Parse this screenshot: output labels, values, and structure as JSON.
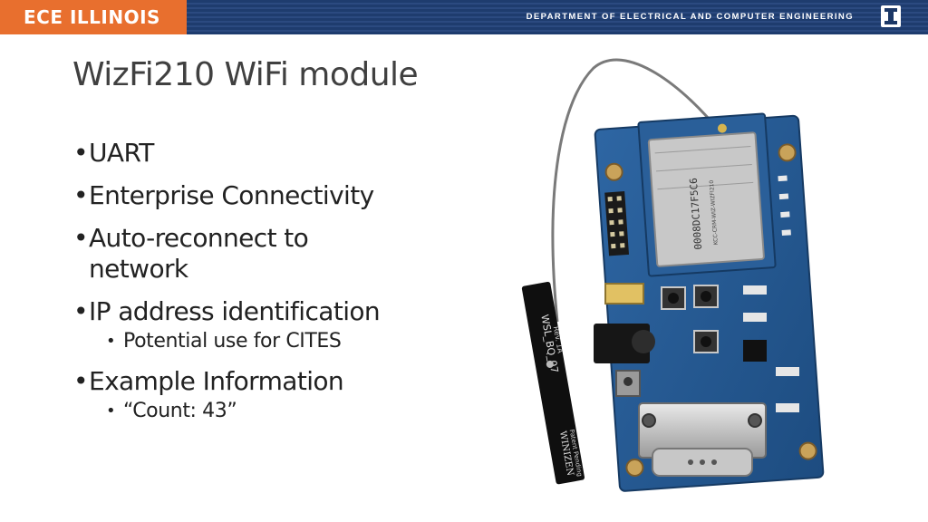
{
  "header": {
    "brand": "ECE ILLINOIS",
    "department": "DEPARTMENT OF ELECTRICAL AND COMPUTER ENGINEERING",
    "logo_letter": "I",
    "bar_color": "#1b3766",
    "brand_color": "#e86f2e"
  },
  "slide": {
    "title": "WizFi210 WiFi module",
    "bullets": [
      {
        "text": "UART"
      },
      {
        "text": "Enterprise Connectivity"
      },
      {
        "text": "Auto-reconnect to network"
      },
      {
        "text": "IP address identification",
        "sub": [
          "Potential use for CITES"
        ]
      },
      {
        "text": "Example Information",
        "sub": [
          "“Count: 43”"
        ]
      }
    ]
  },
  "photo": {
    "module_label_lines": [
      "0008DC17F5C6",
      "KCC-CRM-WIZ-WIZFI210"
    ],
    "antenna_label": "WSL_BQ_07",
    "antenna_rev": "Rev. 1A",
    "antenna_brand": "WINIZEN",
    "antenna_note": "Patent Pending",
    "board_color": "#23578f"
  }
}
